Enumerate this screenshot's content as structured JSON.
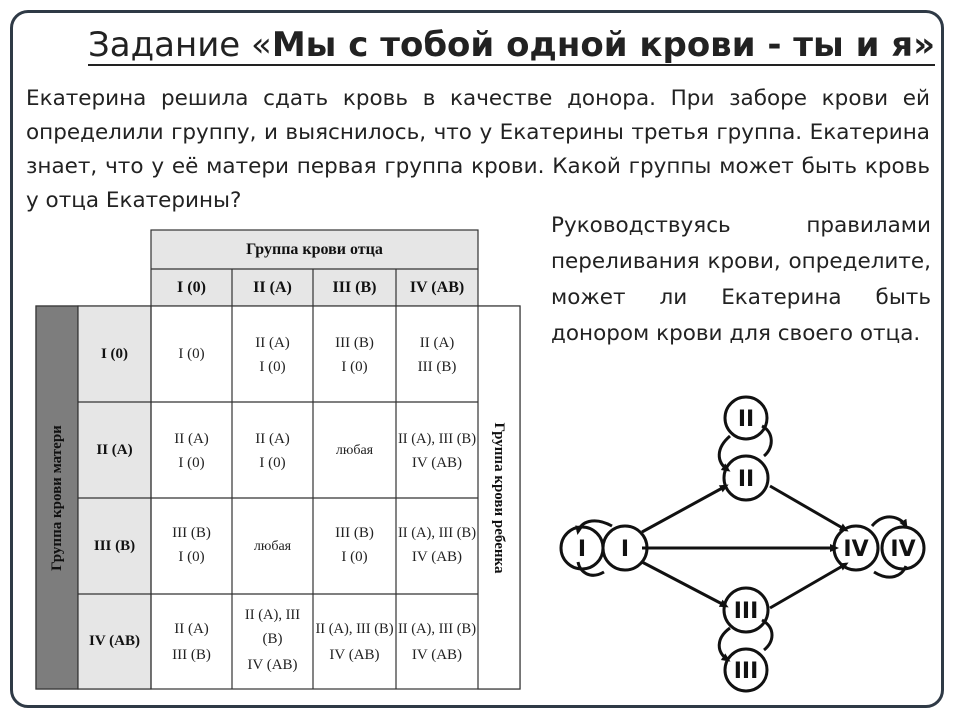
{
  "title": {
    "prefix": "Задание «",
    "bold": "Мы с тобой одной крови - ты и я»"
  },
  "task_text": "Екатерина решила сдать кровь в качестве донора. При заборе крови ей определили группу, и выяснилось, что у Екатерины третья группа. Екатерина знает, что у её матери первая группа крови. Какой группы может быть кровь у отца Екатерины?",
  "question_text": "Руководствуясь правилами переливания крови, определите, может ли Екатерина быть донором крови для своего отца.",
  "table": {
    "father_header": "Группа крови отца",
    "mother_header": "Группа крови матери",
    "child_header": "Группа крови ребенка",
    "father_groups": [
      "I (0)",
      "II (A)",
      "III (B)",
      "IV (AB)"
    ],
    "mother_groups": [
      "I (0)",
      "II (A)",
      "III (B)",
      "IV (AB)"
    ],
    "rows": [
      [
        [
          "I (0)"
        ],
        [
          "II (A)",
          "I (0)"
        ],
        [
          "III (B)",
          "I (0)"
        ],
        [
          "II (A)",
          "III (B)"
        ]
      ],
      [
        [
          "II (A)",
          "I (0)"
        ],
        [
          "II (A)",
          "I (0)"
        ],
        [
          "любая"
        ],
        [
          "II (A), III (B)",
          "IV (AB)"
        ]
      ],
      [
        [
          "III (B)",
          "I (0)"
        ],
        [
          "любая"
        ],
        [
          "III (B)",
          "I (0)"
        ],
        [
          "II (A), III (B)",
          "IV (AB)"
        ]
      ],
      [
        [
          "II (A)",
          "III (B)"
        ],
        [
          "II (A), III",
          "(B)",
          "IV (AB)"
        ],
        [
          "II (A), III (B)",
          "IV (AB)"
        ],
        [
          "II (A), III (B)",
          "IV (AB)"
        ]
      ]
    ]
  },
  "diagram": {
    "node_left_outer": "I",
    "node_left": "I",
    "node_top_outer": "II",
    "node_top": "II",
    "node_right": "IV",
    "node_right_outer": "IV",
    "node_bottom": "III",
    "node_bottom_outer": "III"
  },
  "colors": {
    "frame": "#2f3a46",
    "header_bg": "#e6e6e6",
    "mother_bg": "#7d7d7d"
  }
}
